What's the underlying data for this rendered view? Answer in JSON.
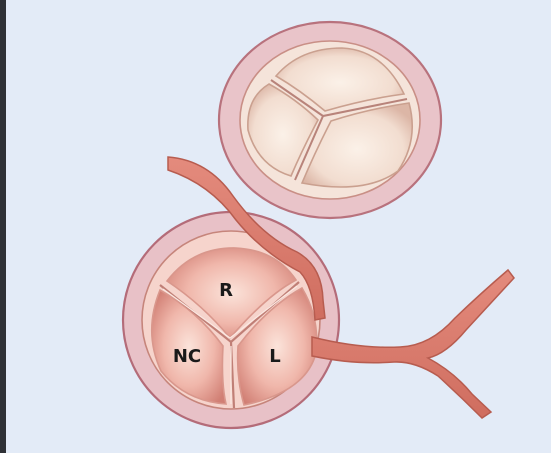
{
  "labels": {
    "right_cusp": "R",
    "non_coronary_cusp": "NC",
    "left_cusp": "L"
  },
  "colors": {
    "background": "#e3ebf7",
    "annulus": "#e8c3c8",
    "annulus_stroke": "#b9707c",
    "upper_leaflet": "#f3e0d4",
    "lower_leaflet": "#e8a39a",
    "artery": "#d97768",
    "artery_stroke": "#b45a4e"
  }
}
